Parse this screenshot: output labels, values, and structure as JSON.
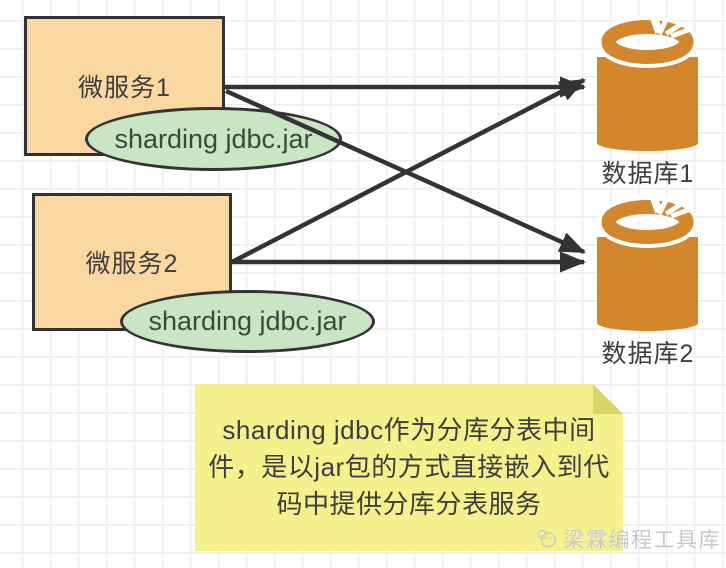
{
  "colors": {
    "service_box_fill": "#FBD7A2",
    "jar_ellipse_fill": "#C9E5C4",
    "database_orange": "#D2872D",
    "note_fill": "#F5F18C",
    "note_fold": "#DAD567",
    "arrow_dark": "#333333",
    "grid_line": "#EDEDED",
    "text_dark": "#3E3E3E",
    "watermark_gray": "#C8C8C8"
  },
  "diagram": {
    "microservices": [
      {
        "label": "微服务1"
      },
      {
        "label": "微服务2"
      }
    ],
    "jar_badges": [
      {
        "label": "sharding jdbc.jar"
      },
      {
        "label": "sharding jdbc.jar"
      }
    ],
    "databases": [
      {
        "label": "数据库1"
      },
      {
        "label": "数据库2"
      }
    ],
    "note": {
      "line1": "sharding jdbc作为分库分表中间",
      "line2": "件，是以jar包的方式直接嵌入到代",
      "line3": "码中提供分库分表服务"
    },
    "watermark": {
      "text": "梁霖编程工具库"
    }
  }
}
